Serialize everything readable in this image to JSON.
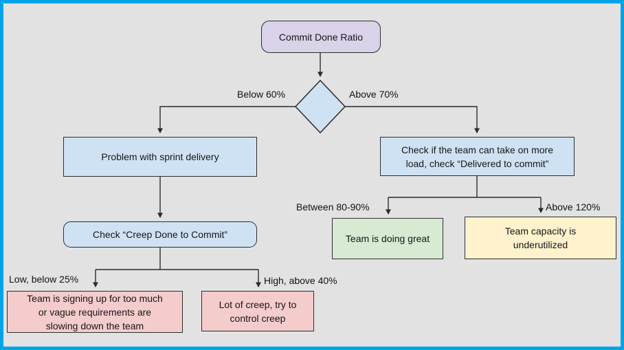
{
  "diagram": {
    "nodes": {
      "root": {
        "label": "Commit Done Ratio"
      },
      "problem": {
        "label": "Problem with sprint delivery"
      },
      "check_load": {
        "label": "Check if the team can take on more load, check “Delivered to commit”"
      },
      "check_creep": {
        "label": "Check “Creep Done to Commit”"
      },
      "doing_great": {
        "label": "Team is doing great"
      },
      "capacity_underutilized": {
        "label": "Team capacity is underutilized"
      },
      "signing_up_too_much": {
        "label": "Team is signing up for too much or vague requirements are slowing down the team"
      },
      "lot_of_creep": {
        "label": "Lot of creep, try to control creep"
      }
    },
    "edge_labels": {
      "below_60": "Below 60%",
      "above_70": "Above 70%",
      "between_80_90": "Between 80-90%",
      "above_120": "Above 120%",
      "low_below_25": "Low, below 25%",
      "high_above_40": "High, above 40%"
    },
    "colors": {
      "frame_border": "#00a2e8",
      "canvas_background": "#e2e2e2",
      "root_fill": "#d9d2e9",
      "process_fill": "#cfe2f3",
      "decision_fill": "#cfe2f3",
      "positive_fill": "#d9ead3",
      "warning_fill": "#fff2cc",
      "negative_fill": "#f4cccc",
      "connector": "#2b2b2b"
    }
  }
}
